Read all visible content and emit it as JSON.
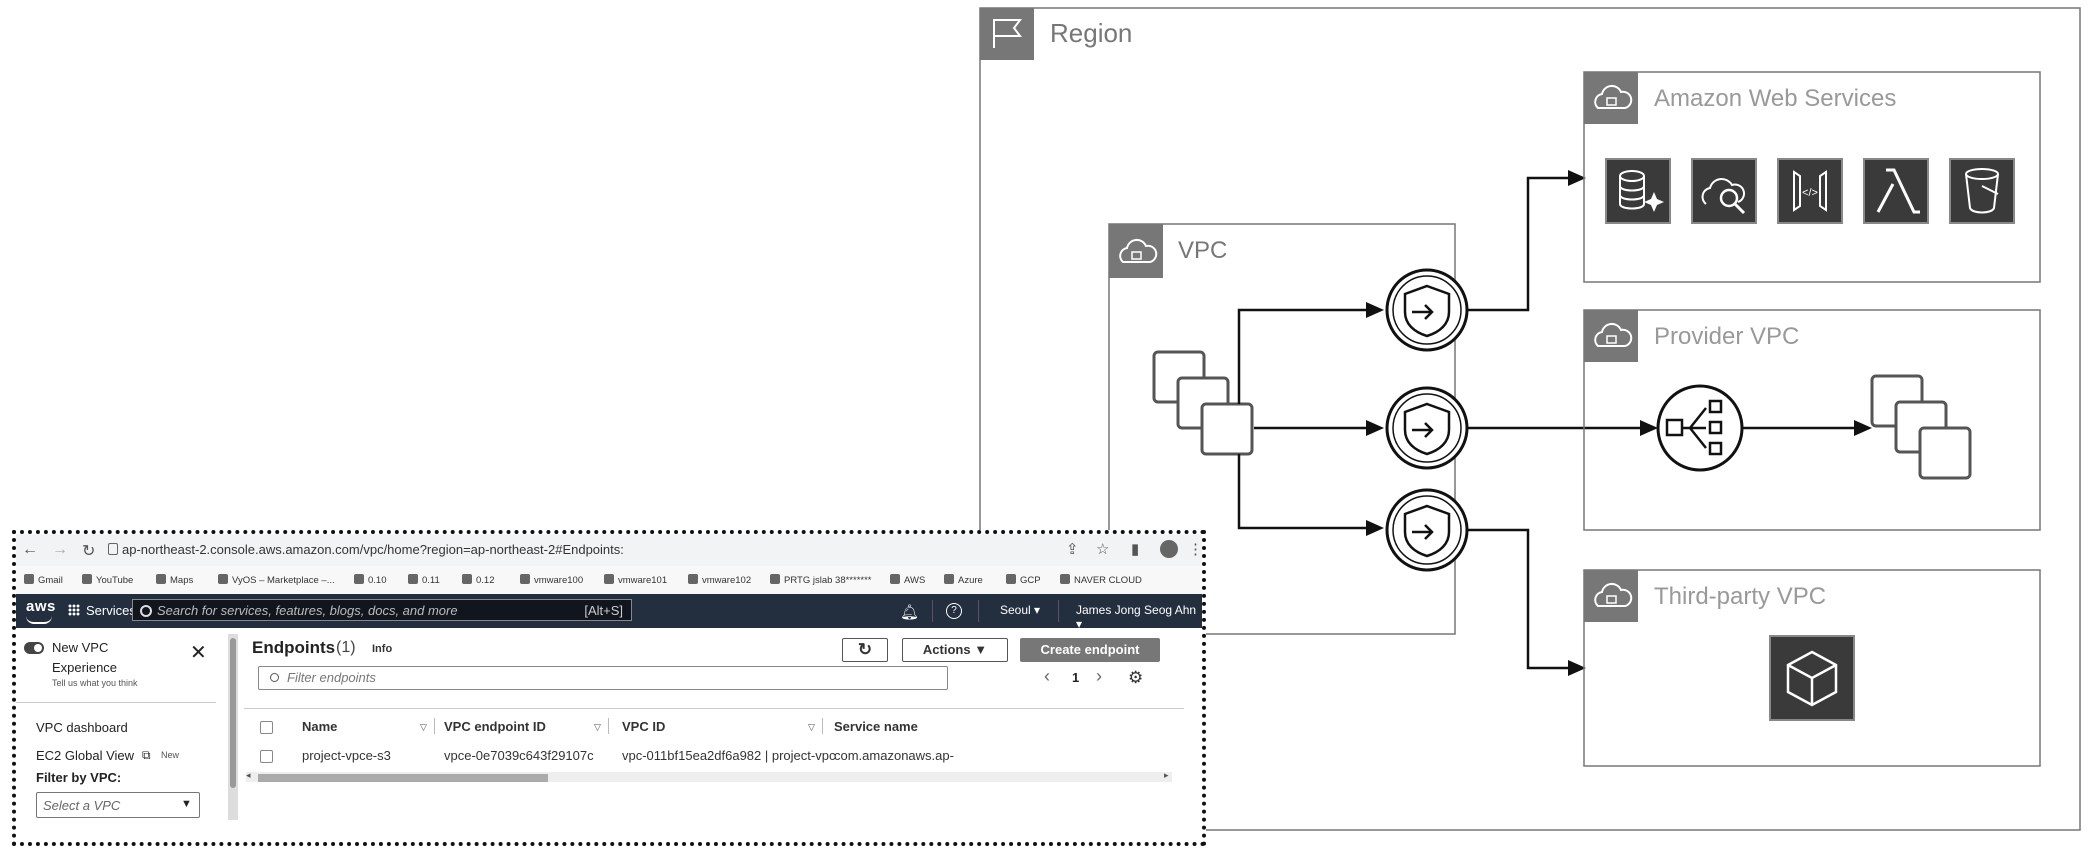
{
  "diagram": {
    "region_label": "Region",
    "vpc_label": "VPC",
    "aws_label": "Amazon Web Services",
    "provider_vpc_label": "Provider VPC",
    "third_party_vpc_label": "Third-party VPC"
  },
  "browser": {
    "url": "ap-northeast-2.console.aws.amazon.com/vpc/home?region=ap-northeast-2#Endpoints:",
    "bookmarks": [
      "Gmail",
      "YouTube",
      "Maps",
      "VyOS – Marketplace –...",
      "0.10",
      "0.11",
      "0.12",
      "vmware100",
      "vmware101",
      "vmware102",
      "PRTG jslab 38*******",
      "AWS",
      "Azure",
      "GCP",
      "NAVER CLOUD"
    ]
  },
  "aws_nav": {
    "logo": "aws",
    "services": "Services",
    "search_placeholder": "Search for services, features, blogs, docs, and more",
    "search_shortcut": "[Alt+S]",
    "region": "Seoul ▾",
    "user": "James Jong Seog Ahn ▾"
  },
  "sidebar": {
    "new_vpc": "New VPC",
    "experience": "Experience",
    "tell_us": "Tell us what you think",
    "vpc_dashboard": "VPC dashboard",
    "ec2_global_view": "EC2 Global View",
    "new_badge": "New",
    "filter_by_vpc": "Filter by VPC:",
    "select_vpc": "Select a VPC"
  },
  "main": {
    "title": "Endpoints",
    "count": "(1)",
    "info": "Info",
    "actions_label": "Actions ▼",
    "create_label": "Create endpoint",
    "filter_placeholder": "Filter endpoints",
    "page_number": "1",
    "columns": [
      "Name",
      "VPC endpoint ID",
      "VPC ID",
      "Service name"
    ],
    "rows": [
      {
        "name": "project-vpce-s3",
        "endpoint_id": "vpce-0e7039c643f29107c",
        "vpc_id": "vpc-011bf15ea2df6a982 | project-vpc",
        "service_name": "com.amazonaws.ap-north"
      }
    ]
  }
}
